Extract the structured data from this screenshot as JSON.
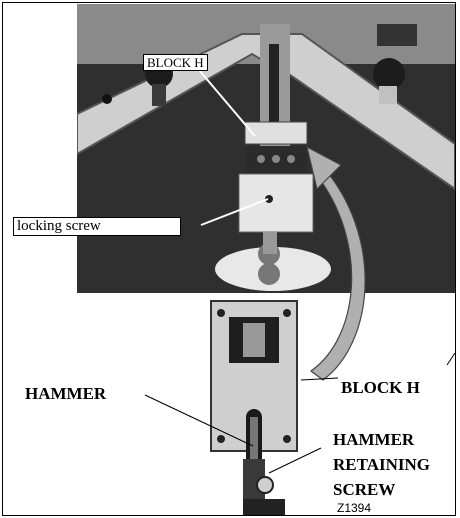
{
  "labels": {
    "block_h_top": "BLOCK H",
    "locking_screw": "locking screw",
    "hammer": "HAMMER",
    "block_h_right": "BLOCK H",
    "hammer_retaining_line1": "HAMMER",
    "hammer_retaining_line2": "RETAINING",
    "hammer_retaining_line3": "SCREW",
    "figure_code": "Z1394"
  },
  "colors": {
    "arrow_fill": "#b0b0b0",
    "photo_dark": "#2a2a2a",
    "photo_light": "#d8d8d8"
  }
}
